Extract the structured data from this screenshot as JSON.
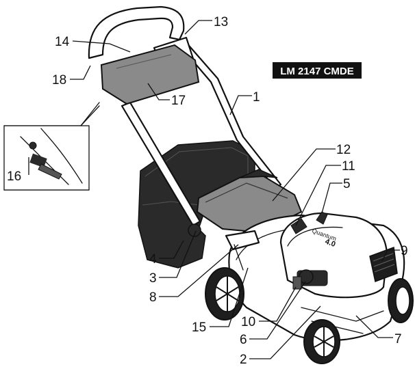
{
  "model": "LM 2147 CMDE",
  "engine_brand": "Quantum",
  "engine_size": "4.0",
  "callouts": [
    "1",
    "2",
    "3",
    "4",
    "5",
    "6",
    "7",
    "8",
    "9",
    "10",
    "11",
    "12",
    "13",
    "14",
    "15",
    "16",
    "17",
    "18"
  ]
}
